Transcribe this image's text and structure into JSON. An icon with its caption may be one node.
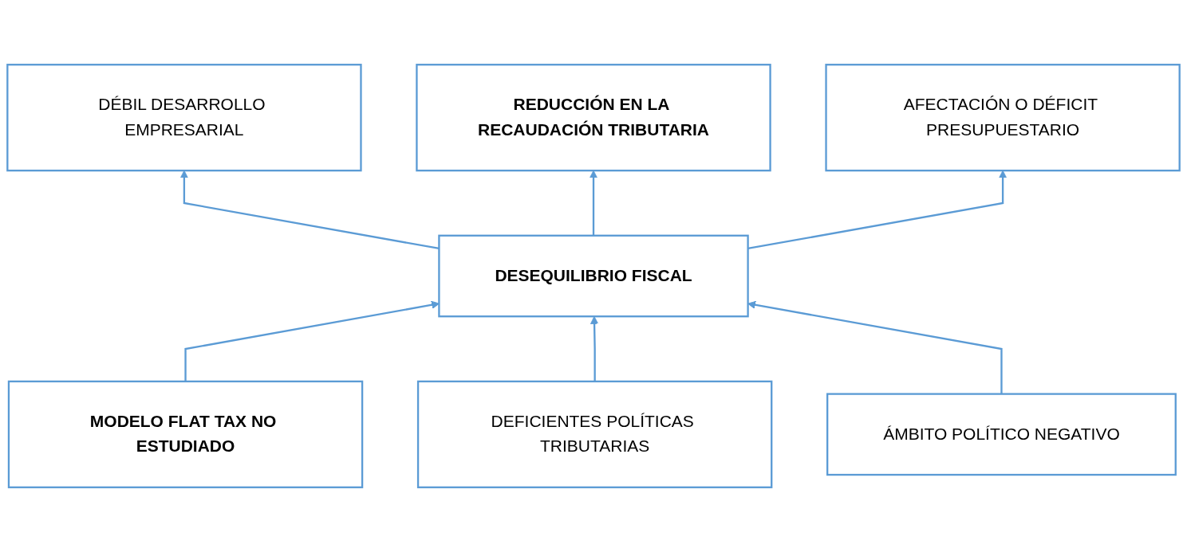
{
  "diagram": {
    "nodes": [
      {
        "text": [
          "DÉBIL DESARROLLO EMPRESARIAL"
        ]
      },
      {
        "text": [
          "REDUCCIÓN EN LA RECAUDACIÓN TRIBUTARIA"
        ]
      },
      {
        "text": [
          "AFECTACIÓN O DÉFICIT PRESUPUESTARIO"
        ]
      },
      {
        "text": [
          "DESEQUILIBRIO FISCAL"
        ]
      },
      {
        "text": [
          "MODELO FLAT TAX NO ESTUDIADO"
        ]
      },
      {
        "text": [
          "DEFICIENTES POLÍTICAS TRIBUTARIAS"
        ]
      },
      {
        "text": [
          "ÁMBITO POLÍTICO NEGATIVO"
        ]
      }
    ],
    "edges": [
      {
        "from": 3,
        "to": 0,
        "arrow": "to"
      },
      {
        "from": 3,
        "to": 1,
        "arrow": "to"
      },
      {
        "from": 3,
        "to": 2,
        "arrow": "to"
      },
      {
        "from": 4,
        "to": 3,
        "arrow": "to"
      },
      {
        "from": 5,
        "to": 3,
        "arrow": "to"
      },
      {
        "from": 6,
        "to": 3,
        "arrow": "to"
      }
    ]
  }
}
